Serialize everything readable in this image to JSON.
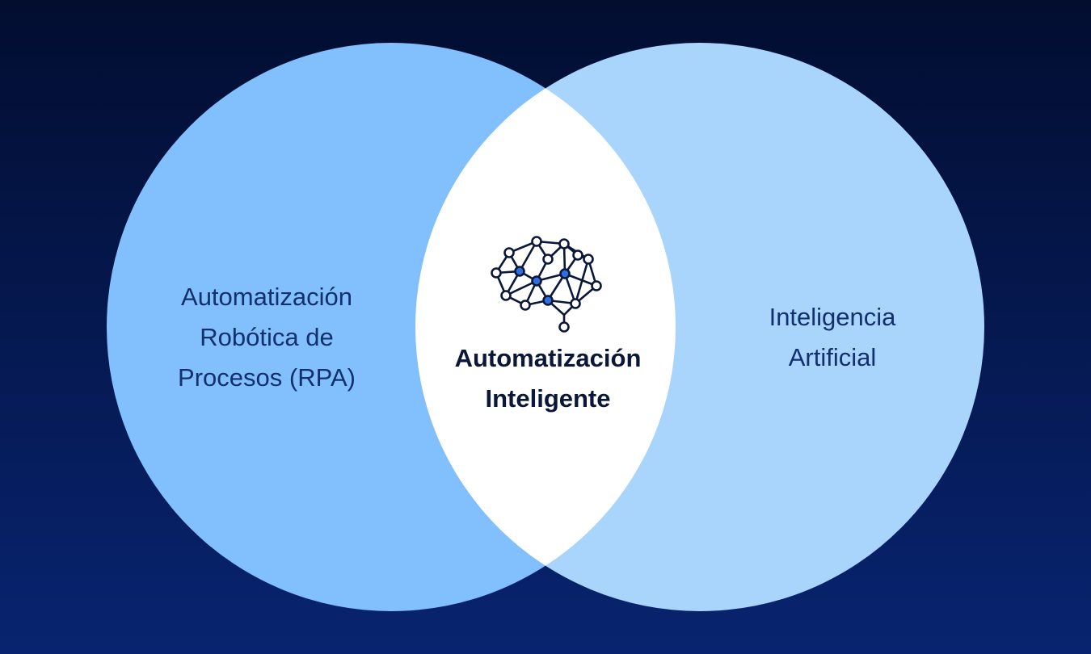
{
  "colors": {
    "background_top": "#020d30",
    "background_bottom": "#082470",
    "left_circle": "#82bffd",
    "right_circle": "#a9d5fd",
    "intersection": "#ffffff",
    "text_dark": "#13306e",
    "text_center": "#0a1738",
    "brain_node_accent": "#2f6fe0"
  },
  "venn": {
    "left": {
      "lines": [
        "Automatización",
        "Robótica de",
        "Procesos (RPA)"
      ]
    },
    "right": {
      "lines": [
        "Inteligencia",
        "Artificial"
      ]
    },
    "intersection": {
      "lines": [
        "Automatización",
        "Inteligente"
      ],
      "icon": "brain-network-icon"
    }
  }
}
